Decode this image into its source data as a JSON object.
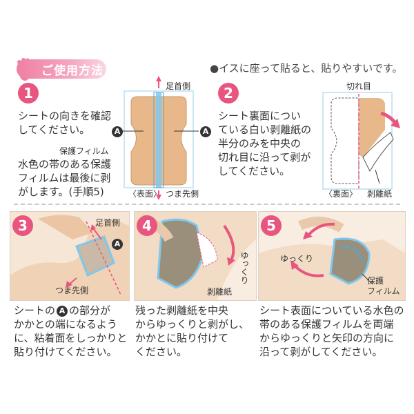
{
  "header": {
    "title": "ご使用方法",
    "note": "●イスに座って貼ると、貼りやすいです。"
  },
  "steps": [
    {
      "number": "1",
      "lines": [
        "シートの向きを確認",
        "してください。"
      ],
      "lines2": [
        "水色の帯のある保護",
        "フィルムは最後に剥",
        "がします。(手順5)"
      ],
      "labels": {
        "top": "足首側",
        "film": "保護フィルム",
        "front": "〈表面〉",
        "bottom": "つま先側",
        "marker": "A"
      }
    },
    {
      "number": "2",
      "lines": [
        "シート裏面につい",
        "ている白い剥離紙の",
        "半分のみを中央の",
        "切れ目に沿って剥が",
        "してください。"
      ],
      "labels": {
        "cut": "切れ目",
        "back": "〈裏面〉",
        "paper": "剥離紙"
      }
    },
    {
      "number": "3",
      "lines": [
        "シートの",
        "の部分が",
        "かかとの端になるよう",
        "に、粘着面をしっかりと",
        "貼り付けてください。"
      ],
      "marker": "A",
      "labels": {
        "top": "足首側",
        "bottom": "つま先側"
      }
    },
    {
      "number": "4",
      "lines": [
        "残った剥離紙を中央",
        "からゆっくりと剥がし、",
        "かかとに貼り付けて",
        "ください。"
      ],
      "labels": {
        "slow": "ゆっくり",
        "paper": "剥離紙"
      }
    },
    {
      "number": "5",
      "lines": [
        "シート表面についている水色の",
        "帯のある保護フィルムを両端",
        "からゆっくりと矢印の方向に",
        "沿って剥がしてください。"
      ],
      "labels": {
        "slow": "ゆっくり",
        "film1": "保護",
        "film2": "フィルム"
      }
    }
  ],
  "colors": {
    "accent": "#e8557e",
    "patch": "#e8b88a",
    "film": "#7ec8ee"
  }
}
